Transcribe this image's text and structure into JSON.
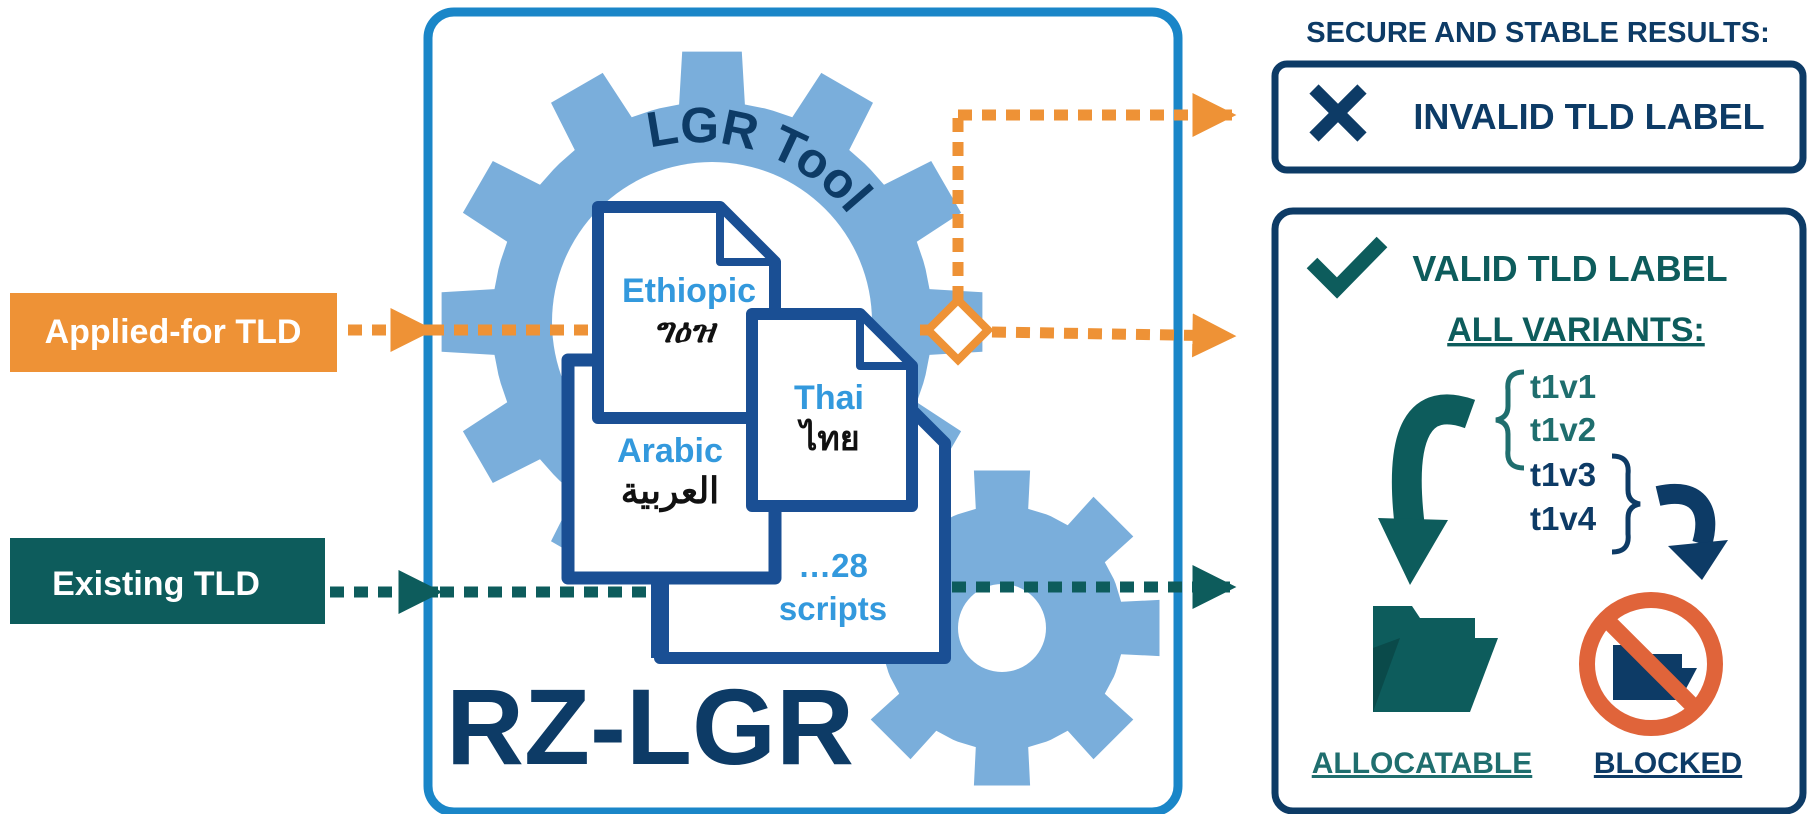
{
  "inputs": {
    "applied_label": "Applied-for TLD",
    "existing_label": "Existing TLD"
  },
  "tool": {
    "gear_label": "LGR Tool",
    "title": "RZ-LGR",
    "docs": {
      "ethiopic_name": "Ethiopic",
      "ethiopic_native": "ግዕዝ",
      "thai_name": "Thai",
      "thai_native": "ไทย",
      "arabic_name": "Arabic",
      "arabic_native": "العربية",
      "more_count": "…28",
      "more_label": "scripts"
    }
  },
  "results": {
    "heading": "SECURE AND STABLE RESULTS:",
    "invalid_label": "INVALID TLD LABEL",
    "valid_label": "VALID TLD LABEL",
    "variants_heading": "ALL VARIANTS:",
    "variants": [
      "t1v1",
      "t1v2",
      "t1v3",
      "t1v4"
    ],
    "allocatable_label": "ALLOCATABLE",
    "blocked_label": "BLOCKED"
  },
  "colors": {
    "navy": "#0d3b66",
    "light_blue": "#7aaedb",
    "doc_blue": "#1a4f94",
    "script_blue": "#3399dd",
    "orange": "#ee9236",
    "teal": "#0d5c5c",
    "blocked_red": "#e0643a"
  },
  "icons": [
    "gear-icon",
    "document-icon",
    "x-icon",
    "check-icon",
    "folder-icon",
    "blocked-icon",
    "curved-arrow-icon",
    "brace-icon"
  ]
}
